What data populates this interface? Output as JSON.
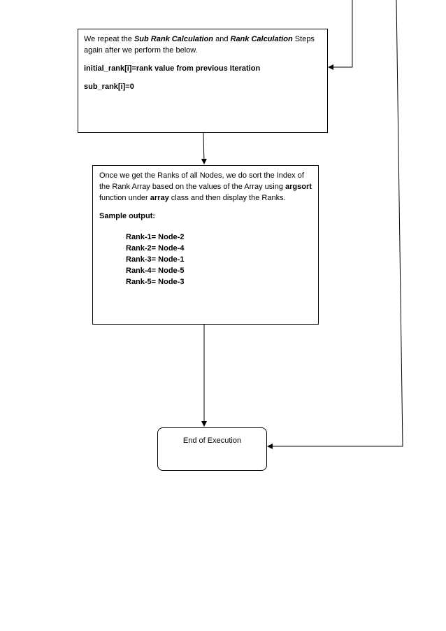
{
  "box1": {
    "text_before": "We repeat the ",
    "term_a": "Sub Rank Calculation",
    "text_between": " and ",
    "term_b": "Rank Calculation",
    "text_after": " Steps again after we perform the below.",
    "line1": "initial_rank[i]=rank value from previous Iteration",
    "line2": "sub_rank[i]=0"
  },
  "box2": {
    "text_1": "Once we get the Ranks of all Nodes, we do sort the Index of the Rank Array based on the values of the Array using ",
    "bold_1": "argsort",
    "text_2": " function under ",
    "bold_2": "array",
    "text_3": " class and then display the Ranks.",
    "sample_label": "Sample output:",
    "ranks": [
      "Rank-1= Node-2",
      "Rank-2= Node-4",
      "Rank-3= Node-1",
      "Rank-4= Node-5",
      "Rank-5= Node-3"
    ]
  },
  "box3": {
    "label": "End of Execution"
  }
}
